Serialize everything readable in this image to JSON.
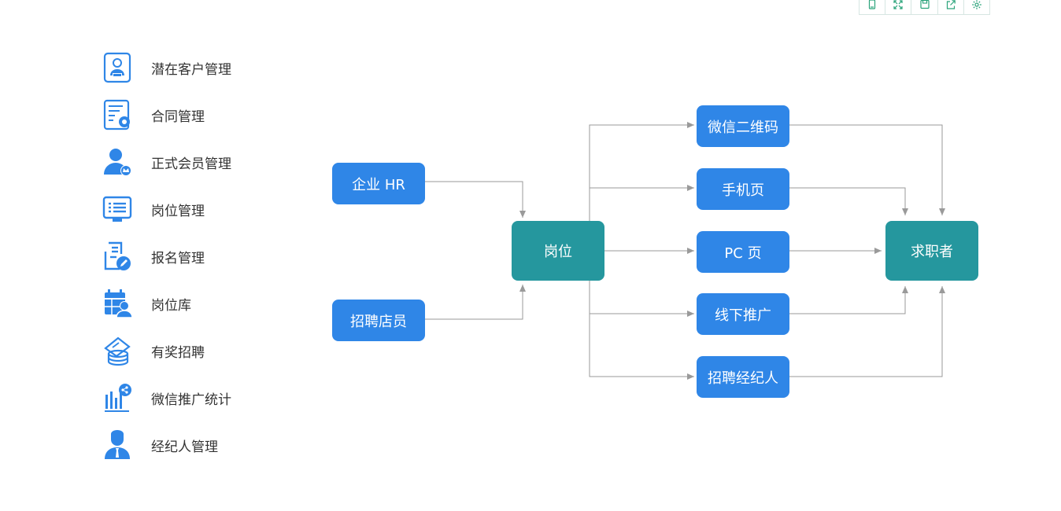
{
  "toolbar": {
    "buttons": [
      {
        "icon": "mobile-preview-icon"
      },
      {
        "icon": "fullscreen-icon"
      },
      {
        "icon": "save-icon"
      },
      {
        "icon": "share-icon"
      },
      {
        "icon": "settings-gear-icon"
      }
    ],
    "color": "#2aa37a"
  },
  "sidebar": {
    "items": [
      {
        "label": "潜在客户管理",
        "icon": "prospect-client-icon"
      },
      {
        "label": "合同管理",
        "icon": "contract-document-icon"
      },
      {
        "label": "正式会员管理",
        "icon": "member-crown-icon"
      },
      {
        "label": "岗位管理",
        "icon": "job-monitor-icon"
      },
      {
        "label": "报名管理",
        "icon": "signup-edit-icon"
      },
      {
        "label": "岗位库",
        "icon": "job-library-icon"
      },
      {
        "label": "有奖招聘",
        "icon": "reward-coins-icon"
      },
      {
        "label": "微信推广统计",
        "icon": "wechat-stats-icon"
      },
      {
        "label": "经纪人管理",
        "icon": "agent-person-icon"
      }
    ],
    "icon_color": "#2f86e7"
  },
  "diagram": {
    "nodes": {
      "hr": "企业 HR",
      "store": "招聘店员",
      "job": "岗位",
      "wechat_qr": "微信二维码",
      "mobile": "手机页",
      "pc": "PC 页",
      "offline": "线下推广",
      "agent": "招聘经纪人",
      "seeker": "求职者"
    },
    "colors": {
      "primary": "#2f86e7",
      "hub": "#25979e",
      "connector": "#9a9a9a"
    }
  }
}
